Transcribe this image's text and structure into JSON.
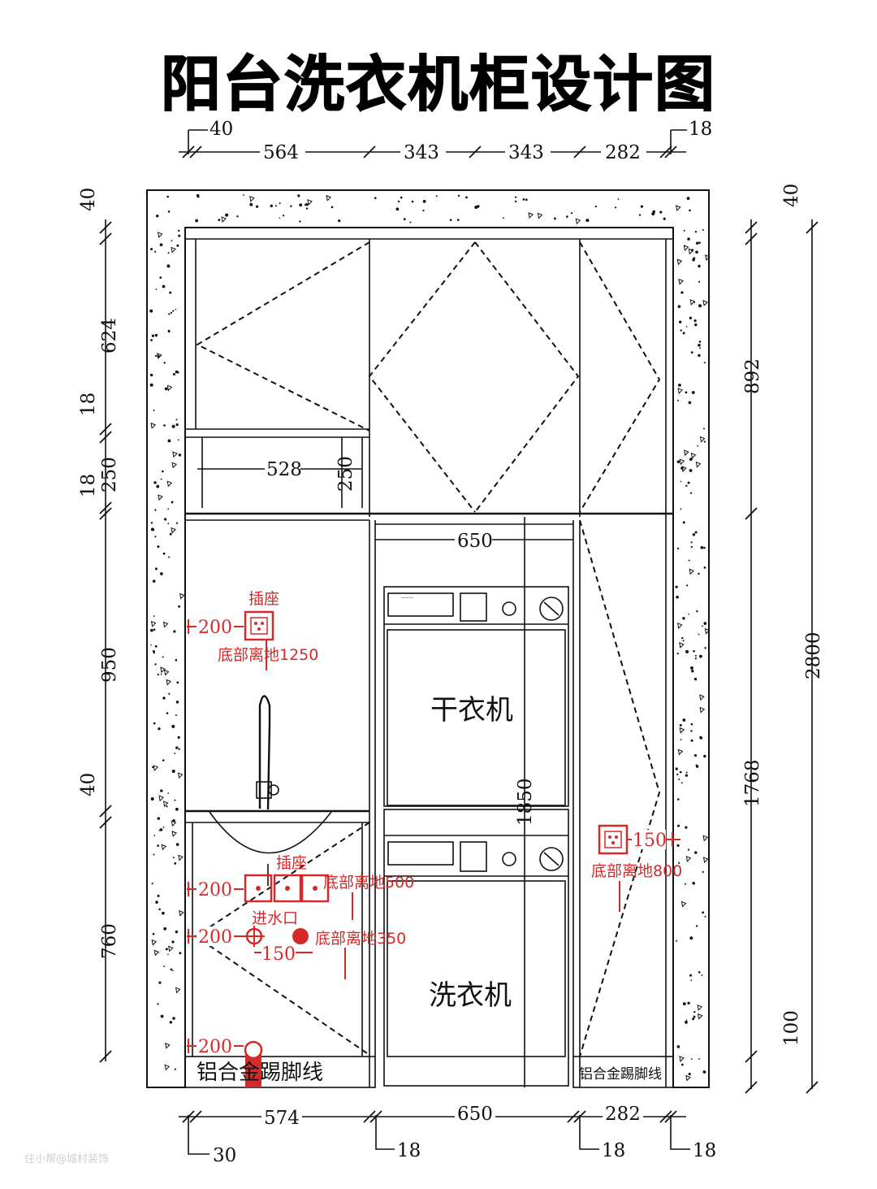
{
  "title": "阳台洗衣机柜设计图",
  "colors": {
    "annotation": "#d62a2a",
    "line": "#111111"
  },
  "dimensions": {
    "top": [
      "40",
      "564",
      "343",
      "343",
      "282",
      "18"
    ],
    "bottom": [
      "574",
      "650",
      "282"
    ],
    "bottom_offsets": [
      "30",
      "18",
      "18",
      "18"
    ],
    "left": [
      "40",
      "624",
      "18",
      "250",
      "18",
      "950",
      "40",
      "760"
    ],
    "right": [
      "40",
      "892",
      "1768",
      "100"
    ],
    "total_height": "2800",
    "shelf_width": "528",
    "shelf_height": "250",
    "appliance_width": "650",
    "appliance_height": "1850"
  },
  "labels": {
    "dryer": "干衣机",
    "washer": "洗衣机",
    "socket": "插座",
    "socket2": "插座",
    "water_inlet": "进水口",
    "kick_left": "铝合金踢脚线",
    "kick_right": "铝合金踢脚线"
  },
  "annotations": {
    "upper_socket_offset": "200",
    "upper_socket_height": "底部离地1250",
    "sink_socket_offset": "200",
    "sink_socket_height": "底部离地500",
    "inlet_offset": "200",
    "inlet_spacing": "150",
    "inlet_height": "底部离地350",
    "drain_offset": "200",
    "right_socket_offset": "150",
    "right_socket_height": "底部离地800"
  },
  "watermark": "住小帮@城村装饰",
  "icons": [
    "socket-icon",
    "water-inlet-icon",
    "drain-pipe-icon",
    "faucet-icon",
    "sink-icon"
  ]
}
